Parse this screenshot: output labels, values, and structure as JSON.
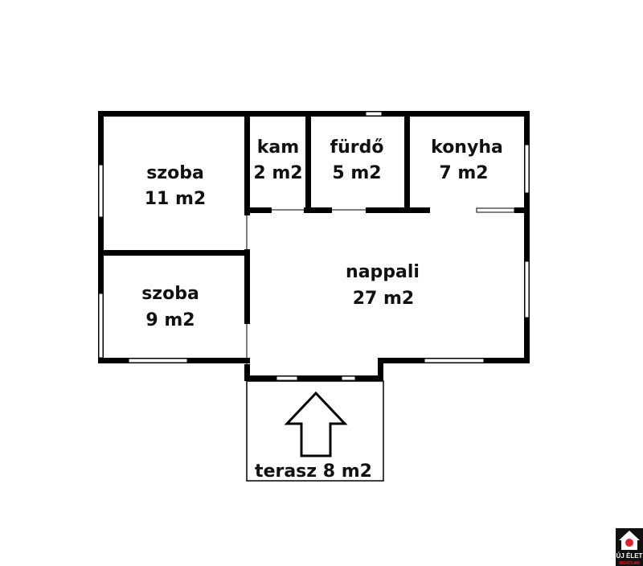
{
  "rooms": [
    {
      "name": "szoba",
      "area": "11 m2"
    },
    {
      "name": "kam",
      "area": "2 m2"
    },
    {
      "name": "fürdő",
      "area": "5 m2"
    },
    {
      "name": "konyha",
      "area": "7 m2"
    },
    {
      "name": "szoba",
      "area": "9 m2"
    },
    {
      "name": "nappali",
      "area": "27 m2"
    }
  ],
  "terrace": {
    "label": "terasz 8 m2"
  },
  "logo": {
    "line1": "ÚJ ÉLET",
    "line2": "INGATLAN"
  },
  "colors": {
    "wall": "#000000",
    "logo_red": "#e0202a"
  }
}
